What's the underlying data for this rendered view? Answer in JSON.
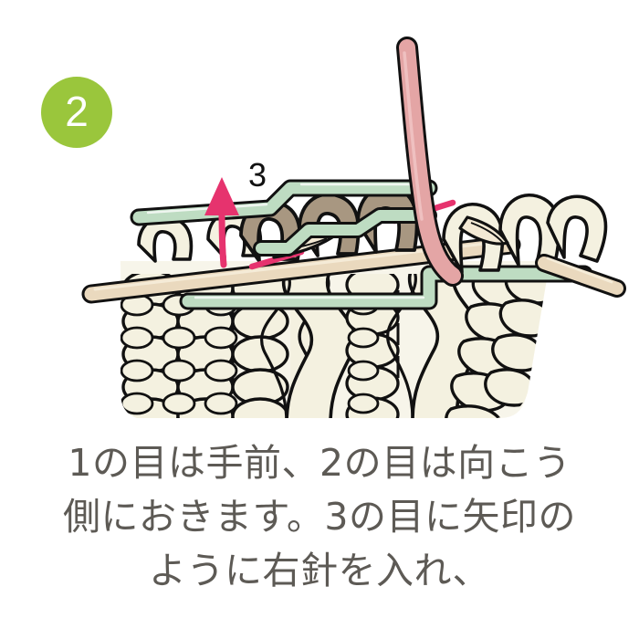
{
  "step": {
    "badge_number": "2",
    "badge_color": "#9ac63c",
    "badge_text_color": "#ffffff"
  },
  "illustration": {
    "title": "knitting-cable-stitch-step-2",
    "arrow_label": "3",
    "arrow_color": "#e6336e",
    "colors": {
      "cable_needle_green": "#bedcc2",
      "right_needle_pink": "#e4a5a5",
      "left_needle_tan": "#ead9be",
      "highlight_stitch_brown": "#a89781",
      "fabric_stitch_cream": "#f4f1e0",
      "outline": "#111111",
      "fabric_backdrop": "#f7f5ea"
    },
    "elements": [
      {
        "name": "upper-cable-needle",
        "color": "#bedcc2"
      },
      {
        "name": "lower-cable-needle",
        "color": "#bedcc2"
      },
      {
        "name": "left-knitting-needle",
        "color": "#ead9be"
      },
      {
        "name": "right-knitting-needle",
        "color": "#e4a5a5"
      },
      {
        "name": "held-stitch-1",
        "color": "#a89781"
      },
      {
        "name": "held-stitch-2",
        "color": "#a89781"
      },
      {
        "name": "target-stitch-3",
        "color": "#a89781"
      },
      {
        "name": "insertion-guide-line",
        "color": "#e6336e"
      },
      {
        "name": "direction-arrow",
        "color": "#e6336e"
      }
    ]
  },
  "caption": {
    "line1": "1の目は手前、2の目は向こう",
    "line2": "側におきます。3の目に矢印の",
    "line3": "ように右針を入れ、",
    "text_color": "#5d5a55"
  }
}
